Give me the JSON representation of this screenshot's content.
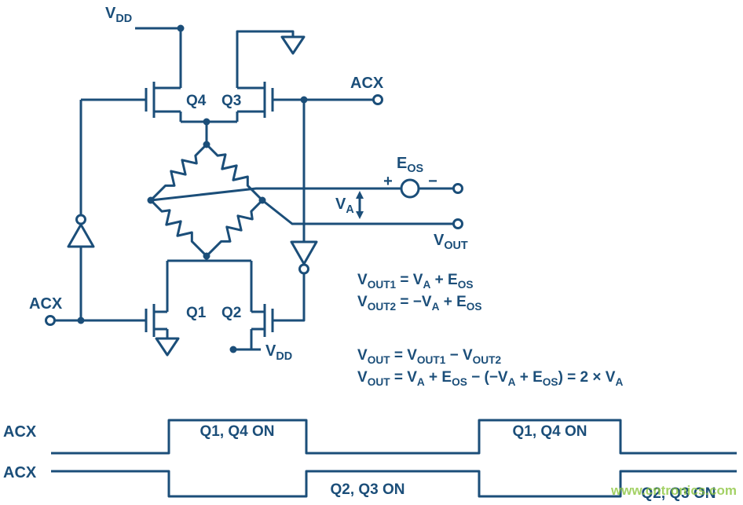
{
  "colors": {
    "ink": "#1b4e79",
    "watermark": "#8dc63f"
  },
  "schematic": {
    "vdd_top": "V~DD~",
    "vdd_bottom": "V~DD~",
    "acx_top": "ACX",
    "acx_bottom": "ACX",
    "q1": "Q1",
    "q2": "Q2",
    "q3": "Q3",
    "q4": "Q4",
    "eos_label": "E~OS~",
    "eos_plus": "+",
    "eos_minus": "−",
    "va_label": "V~A~",
    "vout_label": "V~OUT~"
  },
  "equations": {
    "vout1": "V~OUT1~ = V~A~ + E~OS~",
    "vout2": "V~OUT2~ = −V~A~ + E~OS~",
    "vout_def": "V~OUT~ = V~OUT1~ − V~OUT2~",
    "vout_expanded": "V~OUT~ = V~A~ + E~OS~ − (−V~A~ + E~OS~) = 2 × V~A~"
  },
  "timing": {
    "wave1": {
      "label": "ACX",
      "pulse1": "Q1, Q4 ON",
      "pulse2": "Q1, Q4 ON"
    },
    "wave2": {
      "label": "ACX",
      "pulse1": "Q2, Q3 ON",
      "pulse2": "Q2, Q3 ON"
    }
  },
  "watermark": "www.cntronics.com"
}
